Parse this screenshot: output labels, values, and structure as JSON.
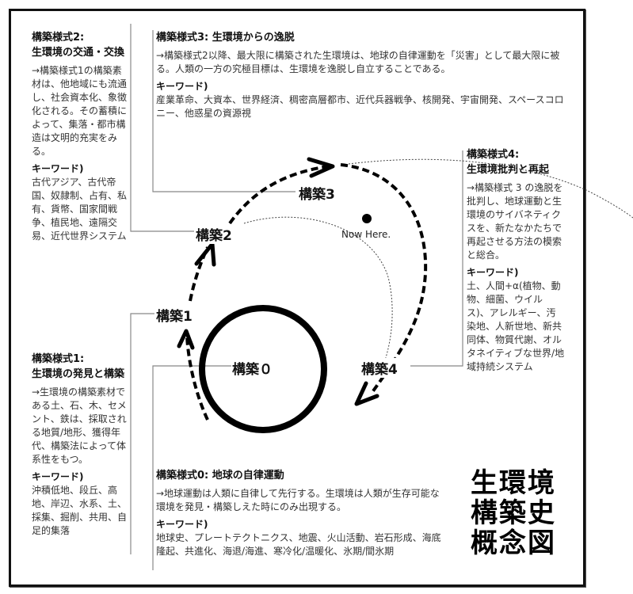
{
  "diagram_title": [
    "生環境",
    "構築史",
    "概念図"
  ],
  "nodes": {
    "n0": "構築０",
    "n1": "構築1",
    "n2": "構築2",
    "n3": "構築3",
    "n4": "構築4",
    "now_here": "Now Here."
  },
  "blocks": {
    "style2": {
      "title_line1": "構築様式2:",
      "title_line2": "生環境の交通・交換",
      "body": "→構築様式1の構築素材は、他地域にも流通し、社会資本化、象徴化される。その蓄積によって、集落・都市構造は文明的充実をみる。",
      "keyword_label": "キーワード)",
      "keywords": "古代アジア、古代帝国、奴隷制、占有、私有、貨幣、国家間戦争、植民地、遠隔交易、近代世界システム"
    },
    "style3": {
      "title": "構築様式3: 生環境からの逸脱",
      "body": "→構築様式2以降、最大限に構築された生環境は、地球の自律運動を「災害」として最大限に被る。人類の一方の究極目標は、生環境を逸脱し自立することである。",
      "keyword_label": "キーワード)",
      "keywords": "産業革命、大資本、世界経済、稠密高層都市、近代兵器戦争、核開発、宇宙開発、スペースコロニー、他惑星の資源視"
    },
    "style4": {
      "title_line1": "構築様式4:",
      "title_line2": "生環境批判と再起",
      "body": "→構築様式 3 の逸脱を批判し、地球運動と生環境のサイバネティクスを、新たなかたちで再起させる方法の模索と総合。",
      "keyword_label": "キーワード)",
      "keywords": "土、人間+α(植物、動物、細菌、ウイルス)、アレルギー、汚染地、人新世地、新共同体、物質代謝、オルタネイティブな世界/地域持続システム"
    },
    "style1": {
      "title_line1": "構築様式1:",
      "title_line2": "生環境の発見と構築",
      "body": "→生環境の構築素材である土、石、木、セメント、鉄は、採取される地質/地形、獲得年代、構築法によって体系性をもつ。",
      "keyword_label": "キーワード)",
      "keywords": "沖積低地、段丘、高地、岸辺、水系、土、採集、掘削、共用、自足的集落"
    },
    "style0": {
      "title": "構築様式0: 地球の自律運動",
      "body": "→地球運動は人類に自律して先行する。生環境は人類が生存可能な環境を発見・構築しえた時にのみ出現する。",
      "keyword_label": "キーワード)",
      "keywords": "地球史、プレートテクトニクス、地震、火山活動、岩石形成、海底隆起、共進化、海退/海進、寒冷化/温暖化、氷期/間氷期"
    }
  }
}
